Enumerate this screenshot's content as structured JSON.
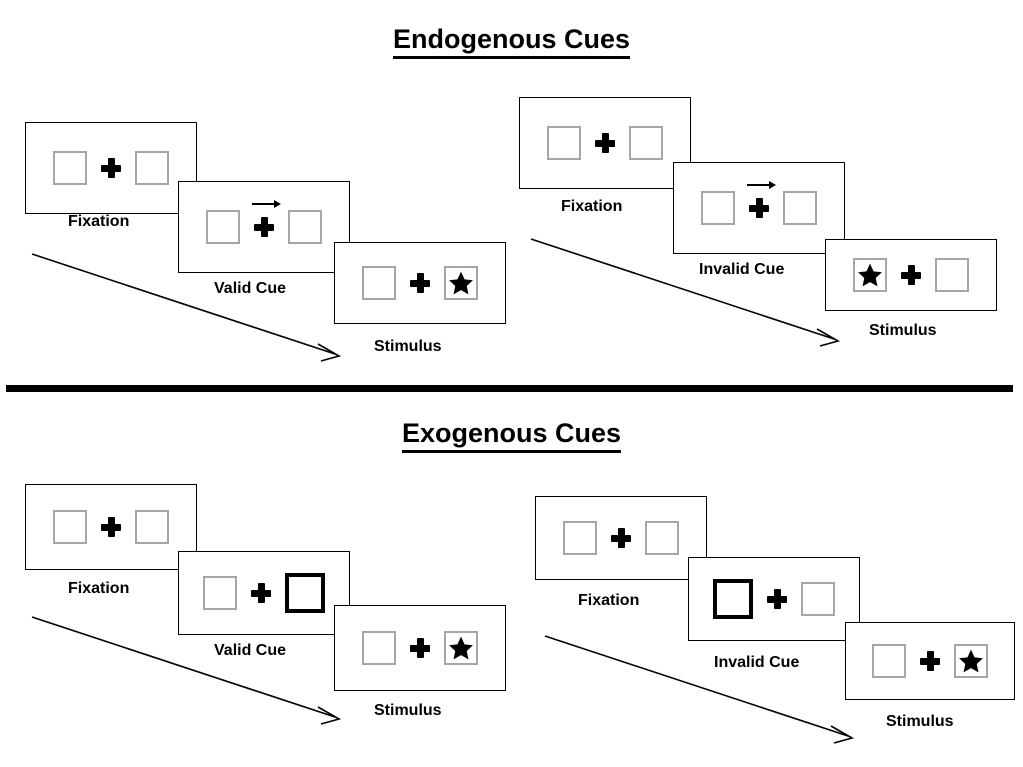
{
  "sections": [
    {
      "id": "endogenous",
      "title": "Endogenous Cues",
      "columns": [
        {
          "id": "endogenous-valid",
          "frames": [
            {
              "label": "Fixation",
              "left_content": "empty-box",
              "right_content": "empty-box",
              "cue": "none"
            },
            {
              "label": "Valid Cue",
              "left_content": "empty-box",
              "right_content": "empty-box",
              "cue": "arrow-right"
            },
            {
              "label": "Stimulus",
              "left_content": "empty-box",
              "right_content": "star-box",
              "cue": "none"
            }
          ]
        },
        {
          "id": "endogenous-invalid",
          "frames": [
            {
              "label": "Fixation",
              "left_content": "empty-box",
              "right_content": "empty-box",
              "cue": "none"
            },
            {
              "label": "Invalid Cue",
              "left_content": "empty-box",
              "right_content": "empty-box",
              "cue": "arrow-right"
            },
            {
              "label": "Stimulus",
              "left_content": "star-box",
              "right_content": "empty-box",
              "cue": "none"
            }
          ]
        }
      ]
    },
    {
      "id": "exogenous",
      "title": "Exogenous Cues",
      "columns": [
        {
          "id": "exogenous-valid",
          "frames": [
            {
              "label": "Fixation",
              "left_content": "empty-box",
              "right_content": "empty-box",
              "cue": "none"
            },
            {
              "label": "Valid Cue",
              "left_content": "empty-box",
              "right_content": "thick-box",
              "cue": "none"
            },
            {
              "label": "Stimulus",
              "left_content": "empty-box",
              "right_content": "star-box",
              "cue": "none"
            }
          ]
        },
        {
          "id": "exogenous-invalid",
          "frames": [
            {
              "label": "Fixation",
              "left_content": "empty-box",
              "right_content": "empty-box",
              "cue": "none"
            },
            {
              "label": "Invalid Cue",
              "left_content": "thick-box",
              "right_content": "empty-box",
              "cue": "none"
            },
            {
              "label": "Stimulus",
              "left_content": "empty-box",
              "right_content": "star-box",
              "cue": "none"
            }
          ]
        }
      ]
    }
  ],
  "labels": {
    "fixation": "Fixation",
    "valid_cue": "Valid Cue",
    "invalid_cue": "Invalid Cue",
    "stimulus": "Stimulus"
  },
  "colors": {
    "frame_border": "#000000",
    "placeholder_border": "#a6a6a6",
    "cue_box_border": "#000000",
    "star_fill": "#000000",
    "divider": "#000000",
    "background": "#ffffff",
    "text": "#000000"
  }
}
